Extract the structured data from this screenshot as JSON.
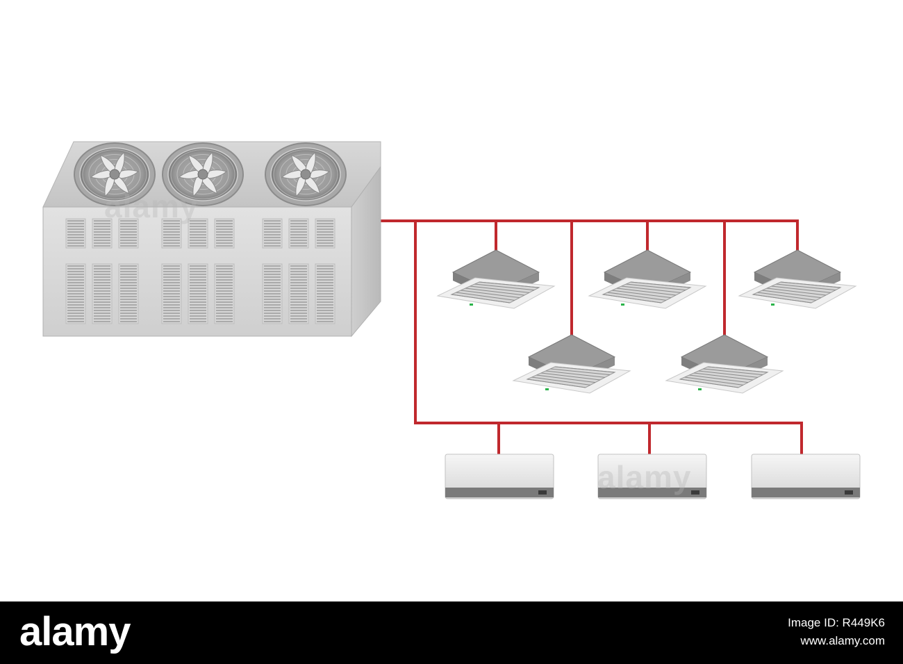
{
  "diagram": {
    "nodes": [
      {
        "id": "outdoor-condenser",
        "kind": "condenser-unit",
        "fans": 3
      },
      {
        "id": "cassette-1",
        "kind": "ceiling-cassette"
      },
      {
        "id": "cassette-2",
        "kind": "ceiling-cassette"
      },
      {
        "id": "cassette-3",
        "kind": "ceiling-cassette"
      },
      {
        "id": "cassette-4",
        "kind": "ceiling-cassette"
      },
      {
        "id": "cassette-5",
        "kind": "ceiling-cassette"
      },
      {
        "id": "wall-split-1",
        "kind": "wall-mounted-split"
      },
      {
        "id": "wall-split-2",
        "kind": "wall-mounted-split"
      },
      {
        "id": "wall-split-3",
        "kind": "wall-mounted-split"
      }
    ],
    "connections": [
      {
        "from": "outdoor-condenser",
        "to": "cassette-1"
      },
      {
        "from": "outdoor-condenser",
        "to": "cassette-2"
      },
      {
        "from": "outdoor-condenser",
        "to": "cassette-3"
      },
      {
        "from": "outdoor-condenser",
        "to": "cassette-4"
      },
      {
        "from": "outdoor-condenser",
        "to": "cassette-5"
      },
      {
        "from": "outdoor-condenser",
        "to": "wall-split-1"
      },
      {
        "from": "outdoor-condenser",
        "to": "wall-split-2"
      },
      {
        "from": "outdoor-condenser",
        "to": "wall-split-3"
      }
    ],
    "pipe_color": "#c0282d"
  },
  "watermark": {
    "text": "alamy"
  },
  "footer": {
    "brand": "alamy",
    "image_id": "Image ID: R449K6",
    "url": "www.alamy.com"
  }
}
